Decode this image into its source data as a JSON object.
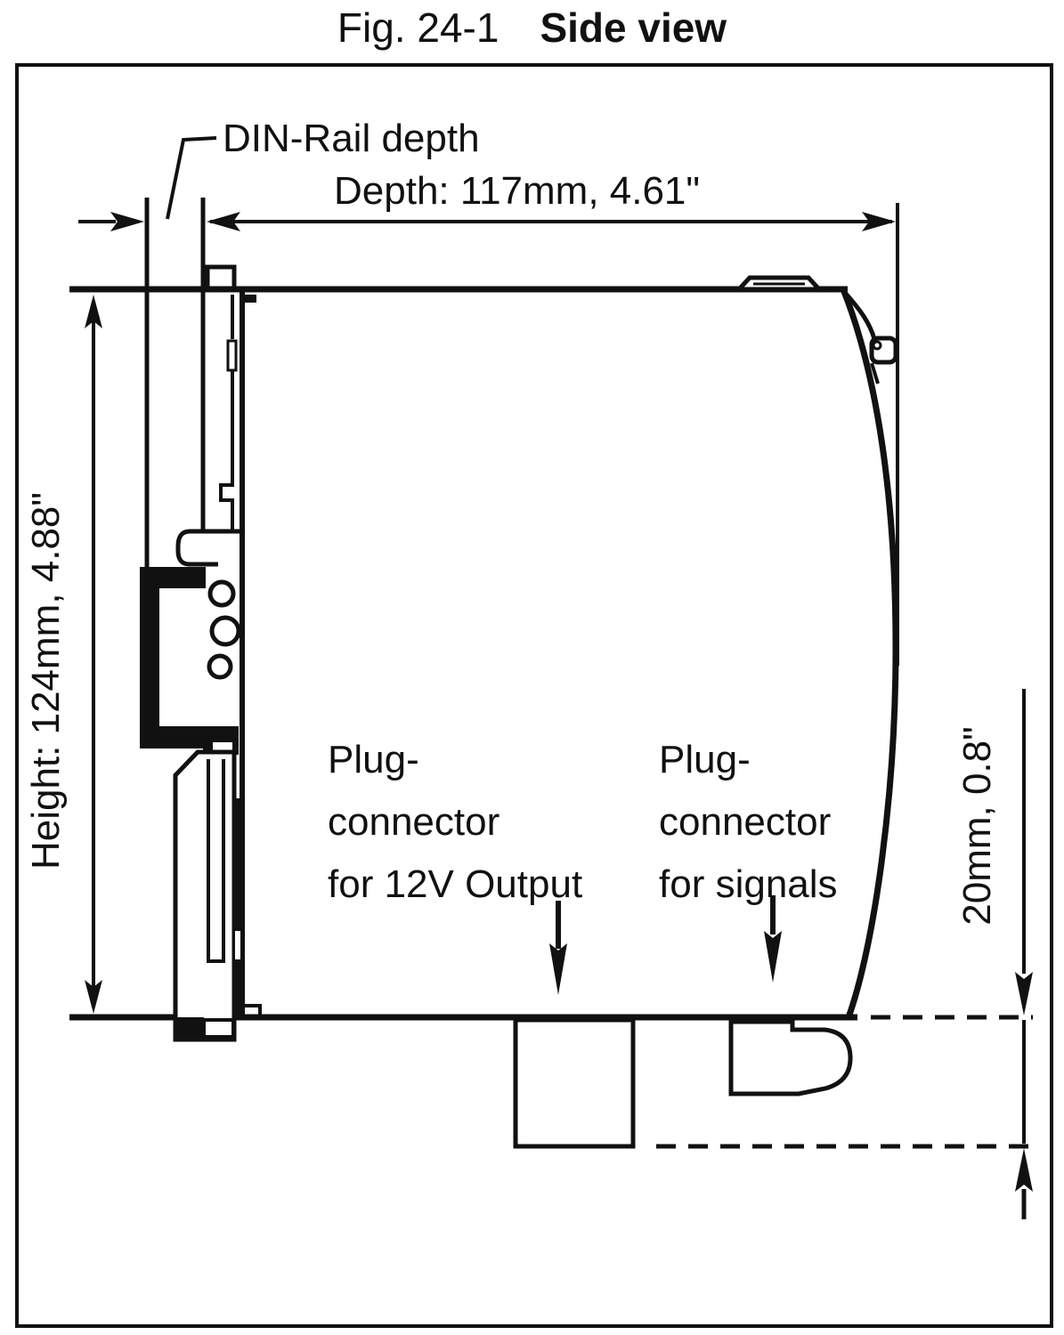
{
  "title": {
    "number": "Fig. 24-1",
    "name": "Side view"
  },
  "dimensions": {
    "din_rail_label": "DIN-Rail depth",
    "depth_label": "Depth: 117mm,  4.61\"",
    "height_label": "Height: 124mm,  4.88\"",
    "clearance_label": "20mm,  0.8\""
  },
  "annotations": {
    "plug_12v_line1": "Plug-",
    "plug_12v_line2": "connector",
    "plug_12v_line3": "for 12V Output",
    "plug_signals_line1": "Plug-",
    "plug_signals_line2": "connector",
    "plug_signals_line3": "for signals"
  },
  "colors": {
    "line": "#111111",
    "background": "#ffffff"
  }
}
